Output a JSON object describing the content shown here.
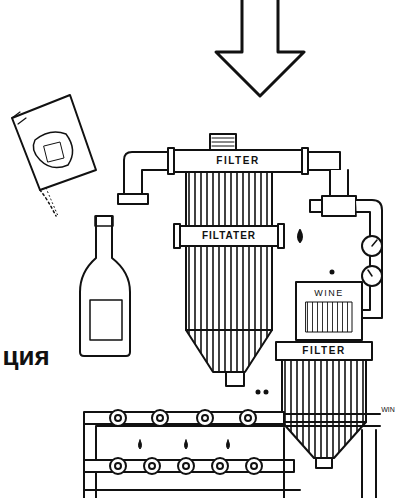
{
  "diagram": {
    "labels": [
      "ция",
      "FILTER",
      "FILTATER",
      "WINE",
      "FILTER",
      "WIN"
    ]
  }
}
